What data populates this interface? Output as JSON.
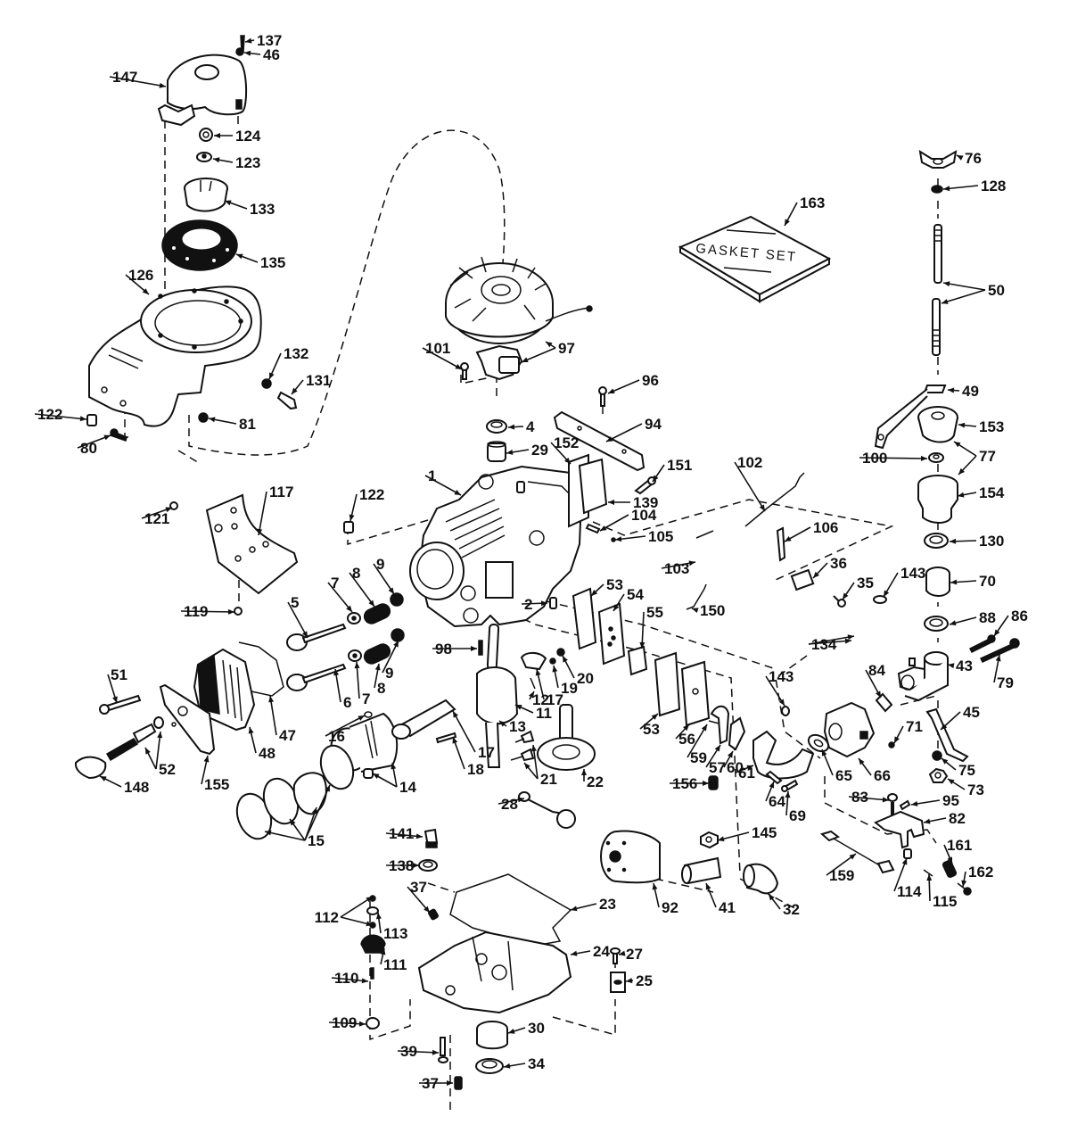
{
  "diagram": {
    "title": "Engine exploded parts diagram",
    "gasket_set_label": "GASKET SET",
    "callouts": [
      {
        "id": "137",
        "label": "137",
        "part": "screw"
      },
      {
        "id": "46",
        "label": "46",
        "part": "washer"
      },
      {
        "id": "147",
        "label": "147",
        "part": "recoil starter assembly"
      },
      {
        "id": "124",
        "label": "124",
        "part": "nut"
      },
      {
        "id": "123",
        "label": "123",
        "part": "washer"
      },
      {
        "id": "133",
        "label": "133",
        "part": "starter cup"
      },
      {
        "id": "135",
        "label": "135",
        "part": "screen"
      },
      {
        "id": "126",
        "label": "126",
        "part": "blower housing"
      },
      {
        "id": "132",
        "label": "132",
        "part": "washer"
      },
      {
        "id": "131",
        "label": "131",
        "part": "screw"
      },
      {
        "id": "122a",
        "label": "122",
        "part": "nut"
      },
      {
        "id": "80",
        "label": "80",
        "part": "screw"
      },
      {
        "id": "81",
        "label": "81",
        "part": "nut"
      },
      {
        "id": "101",
        "label": "101",
        "part": "screw"
      },
      {
        "id": "97",
        "label": "97",
        "part": "flywheel / ignition"
      },
      {
        "id": "163",
        "label": "163",
        "part": "gasket set"
      },
      {
        "id": "76",
        "label": "76",
        "part": "wing nut"
      },
      {
        "id": "128",
        "label": "128",
        "part": "washer"
      },
      {
        "id": "50",
        "label": "50",
        "part": "stud"
      },
      {
        "id": "49",
        "label": "49",
        "part": "bracket"
      },
      {
        "id": "153",
        "label": "153",
        "part": "air cleaner cover"
      },
      {
        "id": "100",
        "label": "100",
        "part": "washer"
      },
      {
        "id": "77",
        "label": "77",
        "part": "air cleaner"
      },
      {
        "id": "154",
        "label": "154",
        "part": "air cleaner body"
      },
      {
        "id": "130",
        "label": "130",
        "part": "gasket"
      },
      {
        "id": "70",
        "label": "70",
        "part": "element"
      },
      {
        "id": "88",
        "label": "88",
        "part": "gasket"
      },
      {
        "id": "86",
        "label": "86",
        "part": "screw"
      },
      {
        "id": "79",
        "label": "79",
        "part": "screw"
      },
      {
        "id": "43",
        "label": "43",
        "part": "elbow"
      },
      {
        "id": "45",
        "label": "45",
        "part": "bracket"
      },
      {
        "id": "75",
        "label": "75",
        "part": "washer"
      },
      {
        "id": "73",
        "label": "73",
        "part": "nut"
      },
      {
        "id": "96",
        "label": "96",
        "part": "screw"
      },
      {
        "id": "94",
        "label": "94",
        "part": "shroud"
      },
      {
        "id": "4",
        "label": "4",
        "part": "oil seal"
      },
      {
        "id": "29",
        "label": "29",
        "part": "bushing"
      },
      {
        "id": "152",
        "label": "152",
        "part": "plate"
      },
      {
        "id": "151",
        "label": "151",
        "part": "screw"
      },
      {
        "id": "139",
        "label": "139",
        "part": "gasket"
      },
      {
        "id": "104",
        "label": "104",
        "part": "spring"
      },
      {
        "id": "105",
        "label": "105",
        "part": "pin"
      },
      {
        "id": "1",
        "label": "1",
        "part": "cylinder / crankcase"
      },
      {
        "id": "122b",
        "label": "122",
        "part": "nut"
      },
      {
        "id": "102",
        "label": "102",
        "part": "link"
      },
      {
        "id": "106",
        "label": "106",
        "part": "lever"
      },
      {
        "id": "36",
        "label": "36",
        "part": "clamp"
      },
      {
        "id": "35",
        "label": "35",
        "part": "screw"
      },
      {
        "id": "143a",
        "label": "143",
        "part": "clamp"
      },
      {
        "id": "103",
        "label": "103",
        "part": "spring"
      },
      {
        "id": "150",
        "label": "150",
        "part": "link"
      },
      {
        "id": "121",
        "label": "121",
        "part": "screw"
      },
      {
        "id": "117",
        "label": "117",
        "part": "baffle"
      },
      {
        "id": "119",
        "label": "119",
        "part": "screw"
      },
      {
        "id": "5",
        "label": "5",
        "part": "valve"
      },
      {
        "id": "7a",
        "label": "7",
        "part": "retainer"
      },
      {
        "id": "8a",
        "label": "8",
        "part": "spring"
      },
      {
        "id": "9a",
        "label": "9",
        "part": "cap"
      },
      {
        "id": "6",
        "label": "6",
        "part": "valve"
      },
      {
        "id": "7b",
        "label": "7",
        "part": "retainer"
      },
      {
        "id": "8b",
        "label": "8",
        "part": "spring"
      },
      {
        "id": "9b",
        "label": "9",
        "part": "cap"
      },
      {
        "id": "2",
        "label": "2",
        "part": "pin"
      },
      {
        "id": "53a",
        "label": "53",
        "part": "gasket"
      },
      {
        "id": "54",
        "label": "54",
        "part": "reed plate"
      },
      {
        "id": "55",
        "label": "55",
        "part": "block"
      },
      {
        "id": "98",
        "label": "98",
        "part": "key"
      },
      {
        "id": "51",
        "label": "51",
        "part": "screw"
      },
      {
        "id": "47",
        "label": "47",
        "part": "gasket"
      },
      {
        "id": "48",
        "label": "48",
        "part": "cylinder head"
      },
      {
        "id": "52",
        "label": "52",
        "part": "spark plug"
      },
      {
        "id": "148",
        "label": "148",
        "part": "boot"
      },
      {
        "id": "155",
        "label": "155",
        "part": "bracket"
      },
      {
        "id": "17a",
        "label": "17",
        "part": "bearing"
      },
      {
        "id": "19",
        "label": "19",
        "part": "ball"
      },
      {
        "id": "20",
        "label": "20",
        "part": "plug"
      },
      {
        "id": "12",
        "label": "12",
        "part": "pin"
      },
      {
        "id": "11",
        "label": "11",
        "part": "crankshaft"
      },
      {
        "id": "13",
        "label": "13",
        "part": "washer"
      },
      {
        "id": "17b",
        "label": "17",
        "part": "connecting rod"
      },
      {
        "id": "18",
        "label": "18",
        "part": "screw"
      },
      {
        "id": "16",
        "label": "16",
        "part": "lock ring"
      },
      {
        "id": "14",
        "label": "14",
        "part": "piston"
      },
      {
        "id": "15",
        "label": "15",
        "part": "ring set"
      },
      {
        "id": "21",
        "label": "21",
        "part": "tappet"
      },
      {
        "id": "22",
        "label": "22",
        "part": "camshaft"
      },
      {
        "id": "28",
        "label": "28",
        "part": "lever"
      },
      {
        "id": "53b",
        "label": "53",
        "part": "gasket"
      },
      {
        "id": "56",
        "label": "56",
        "part": "plate"
      },
      {
        "id": "59",
        "label": "59",
        "part": "screw"
      },
      {
        "id": "57",
        "label": "57",
        "part": "tube"
      },
      {
        "id": "60",
        "label": "60",
        "part": "gasket"
      },
      {
        "id": "61",
        "label": "61",
        "part": "intake pipe"
      },
      {
        "id": "156",
        "label": "156",
        "part": "spring"
      },
      {
        "id": "134",
        "label": "134",
        "part": "fuel line"
      },
      {
        "id": "143b",
        "label": "143",
        "part": "clamp"
      },
      {
        "id": "84",
        "label": "84",
        "part": "gasket"
      },
      {
        "id": "71",
        "label": "71",
        "part": "nut"
      },
      {
        "id": "65",
        "label": "65",
        "part": "gasket"
      },
      {
        "id": "66",
        "label": "66",
        "part": "carburetor"
      },
      {
        "id": "64",
        "label": "64",
        "part": "screw"
      },
      {
        "id": "69",
        "label": "69",
        "part": "screw"
      },
      {
        "id": "83",
        "label": "83",
        "part": "screw"
      },
      {
        "id": "95",
        "label": "95",
        "part": "clip"
      },
      {
        "id": "82",
        "label": "82",
        "part": "control bracket"
      },
      {
        "id": "145",
        "label": "145",
        "part": "nut"
      },
      {
        "id": "159",
        "label": "159",
        "part": "link"
      },
      {
        "id": "161",
        "label": "161",
        "part": "spring"
      },
      {
        "id": "162",
        "label": "162",
        "part": "screw"
      },
      {
        "id": "114",
        "label": "114",
        "part": "clip"
      },
      {
        "id": "115",
        "label": "115",
        "part": "screw"
      },
      {
        "id": "92",
        "label": "92",
        "part": "muffler"
      },
      {
        "id": "41",
        "label": "41",
        "part": "pipe"
      },
      {
        "id": "32",
        "label": "32",
        "part": "elbow"
      },
      {
        "id": "141",
        "label": "141",
        "part": "plug"
      },
      {
        "id": "138",
        "label": "138",
        "part": "gasket"
      },
      {
        "id": "37a",
        "label": "37",
        "part": "plug"
      },
      {
        "id": "23",
        "label": "23",
        "part": "gasket"
      },
      {
        "id": "112",
        "label": "112",
        "part": "ball"
      },
      {
        "id": "113",
        "label": "113",
        "part": "valve"
      },
      {
        "id": "24",
        "label": "24",
        "part": "crankcase cover"
      },
      {
        "id": "27",
        "label": "27",
        "part": "screw"
      },
      {
        "id": "111",
        "label": "111",
        "part": "gear"
      },
      {
        "id": "25",
        "label": "25",
        "part": "plate"
      },
      {
        "id": "110",
        "label": "110",
        "part": "pin"
      },
      {
        "id": "109",
        "label": "109",
        "part": "washer"
      },
      {
        "id": "30",
        "label": "30",
        "part": "bushing"
      },
      {
        "id": "39",
        "label": "39",
        "part": "screw"
      },
      {
        "id": "34",
        "label": "34",
        "part": "oil seal"
      },
      {
        "id": "37b",
        "label": "37",
        "part": "plug"
      }
    ]
  }
}
